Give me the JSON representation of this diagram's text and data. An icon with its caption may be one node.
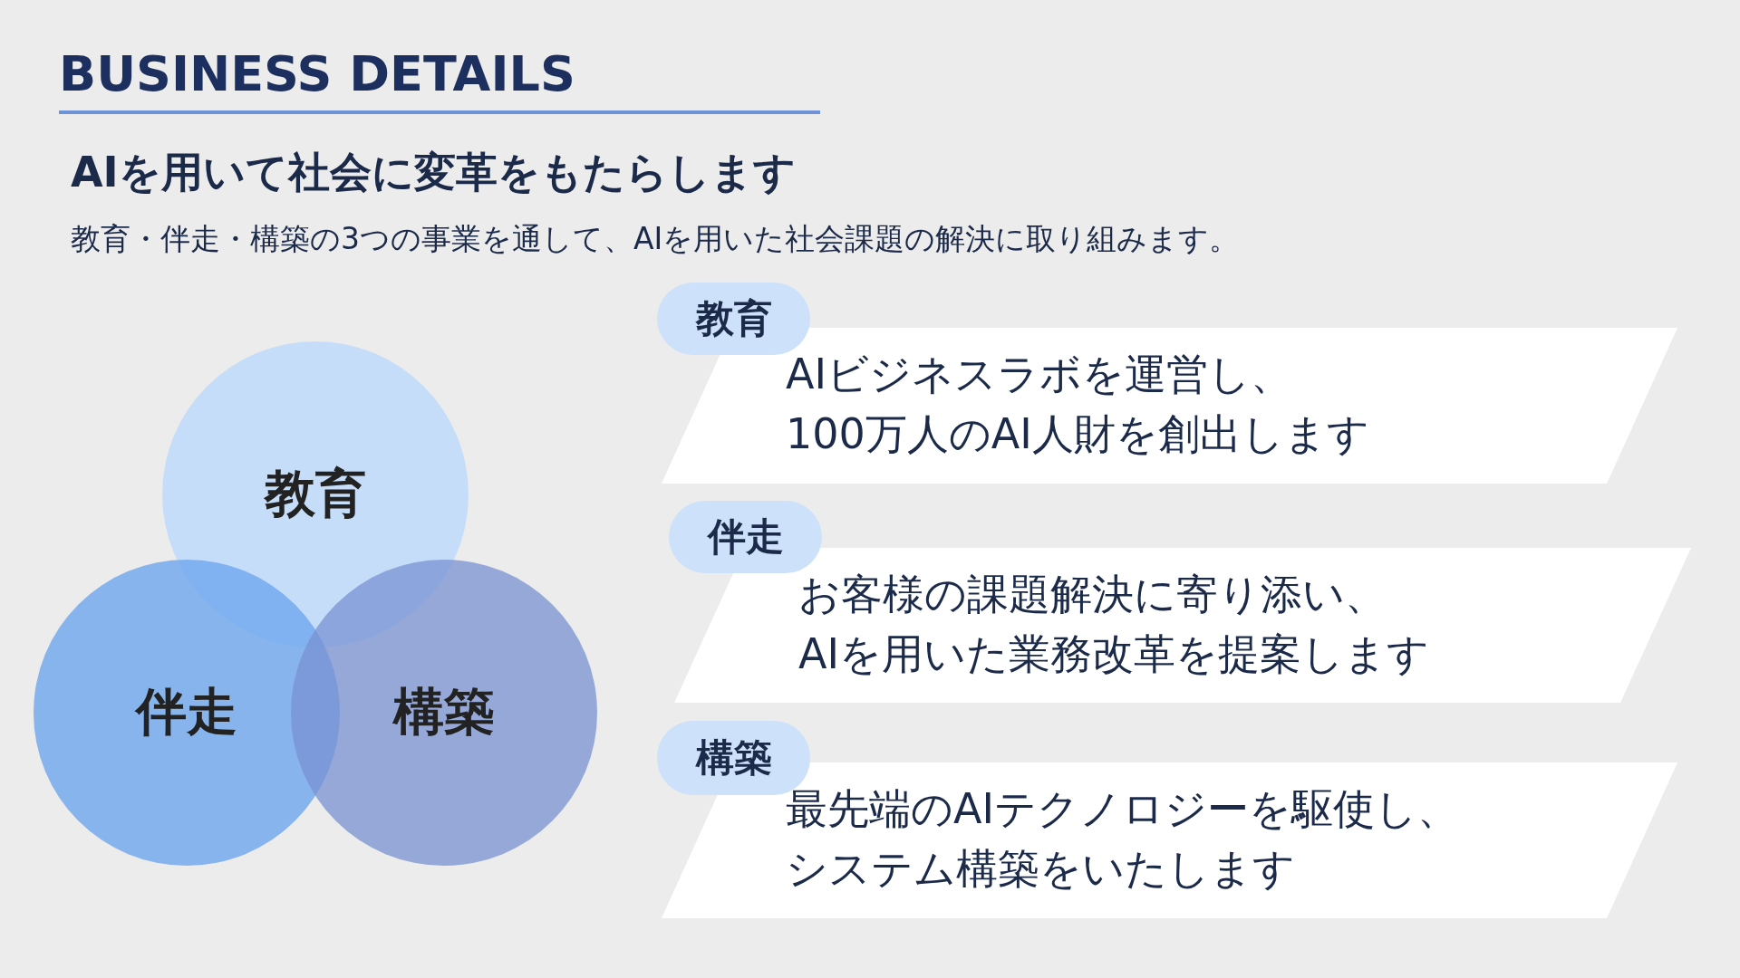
{
  "diagram": {
    "title": "BUSINESS DETAILS",
    "nodes": [
      {
        "text": [
          "教育"
        ]
      },
      {
        "text": [
          "伴走"
        ]
      },
      {
        "text": [
          "構築"
        ]
      },
      {
        "text": [
          "AIビジネスラボを運営し、100万人のAI人財を創出します"
        ]
      },
      {
        "text": [
          "教育"
        ]
      },
      {
        "text": [
          "お客様の課題解決に寄り添い、AIを用いた業務改革を提案します"
        ]
      },
      {
        "text": [
          "伴走"
        ]
      },
      {
        "text": [
          "最先端のAIテクノロジーを駆使し、システム構築をいたします"
        ]
      },
      {
        "text": [
          "構築"
        ]
      }
    ],
    "labels": [
      "AIを用いて社会に変革をもたらします",
      "教育・伴走・構築の3つの事業を通して、AIを用いた社会課題の解決に取り組みます。"
    ]
  }
}
